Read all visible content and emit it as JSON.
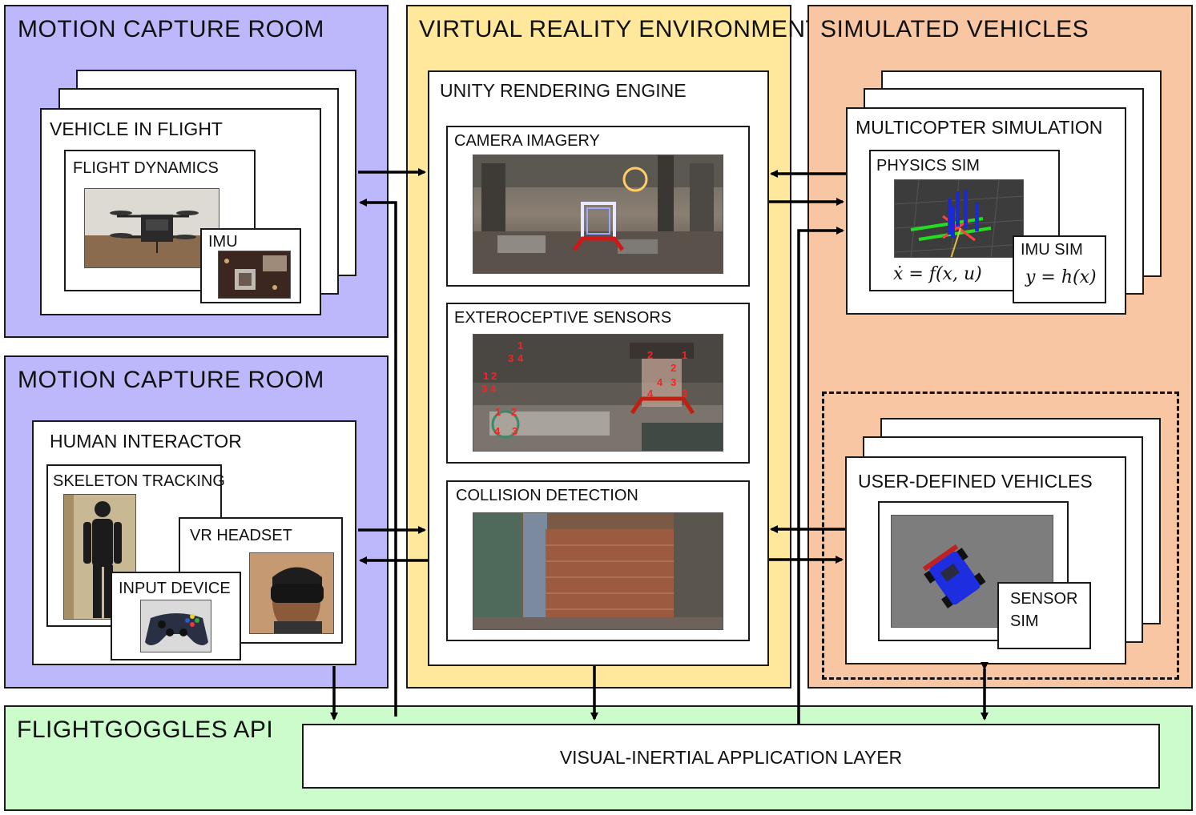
{
  "panels": {
    "mocap_top": {
      "title": "MOTION CAPTURE ROOM"
    },
    "mocap_bottom": {
      "title": "MOTION CAPTURE ROOM"
    },
    "vr_env": {
      "title": "VIRTUAL REALITY ENVIRONMENT"
    },
    "sim_vehicles": {
      "title": "SIMULATED VEHICLES"
    },
    "api": {
      "title": "FLIGHTGOGGLES API"
    }
  },
  "vehicle_in_flight": {
    "label": "VEHICLE IN FLIGHT",
    "flight_dynamics": "FLIGHT DYNAMICS",
    "imu": "IMU"
  },
  "human_interactor": {
    "label": "HUMAN INTERACTOR",
    "skeleton_tracking": "SKELETON TRACKING",
    "vr_headset": "VR HEADSET",
    "input_device": "INPUT DEVICE"
  },
  "unity": {
    "label": "UNITY RENDERING ENGINE",
    "camera_imagery": "CAMERA IMAGERY",
    "exteroceptive_sensors": "EXTEROCEPTIVE SENSORS",
    "collision_detection": "COLLISION DETECTION"
  },
  "multicopter": {
    "label": "MULTICOPTER SIMULATION",
    "physics_sim": "PHYSICS SIM",
    "imu_sim": "IMU SIM",
    "dynamics_eq": "ẋ = f(x, u)",
    "measurement_eq": "y = h(x)"
  },
  "user_defined": {
    "label": "USER-DEFINED VEHICLES",
    "sensor_sim_line1": "SENSOR",
    "sensor_sim_line2": "SIM"
  },
  "app_layer": {
    "label": "VISUAL-INERTIAL APPLICATION LAYER"
  },
  "colors": {
    "mocap": "#bdb7fb",
    "vr": "#ffe79c",
    "sim": "#f8c6a3",
    "api": "#ccfbcc",
    "marker": "#ff2020"
  },
  "exteroceptive_markers": [
    {
      "text": "1"
    },
    {
      "text": "3"
    },
    {
      "text": "4"
    },
    {
      "text": "1"
    },
    {
      "text": "2"
    },
    {
      "text": "3"
    },
    {
      "text": "4"
    },
    {
      "text": "1"
    },
    {
      "text": "2"
    },
    {
      "text": "4"
    },
    {
      "text": "3"
    },
    {
      "text": "2"
    },
    {
      "text": "1"
    },
    {
      "text": "2"
    },
    {
      "text": "4"
    },
    {
      "text": "3"
    },
    {
      "text": "4"
    },
    {
      "text": "3"
    }
  ]
}
